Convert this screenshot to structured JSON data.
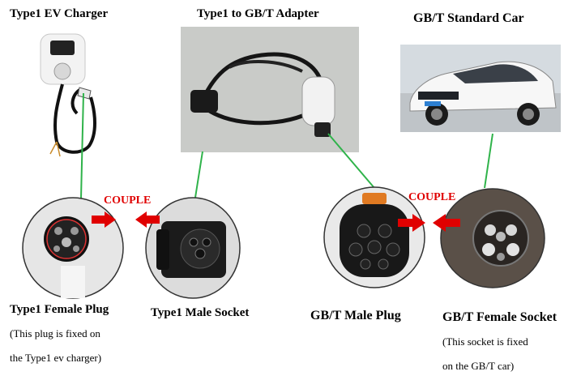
{
  "titles": {
    "charger": "Type1 EV Charger",
    "adapter": "Type1 to GB/T Adapter",
    "car": "GB/T Standard Car"
  },
  "couple": {
    "left": "COUPLE",
    "right": "COUPLE"
  },
  "labels": {
    "type1_female_plug": "Type1 Female Plug",
    "type1_female_note_line1": "(This plug is fixed on",
    "type1_female_note_line2": "the Type1 ev charger)",
    "type1_male_socket": "Type1 Male Socket",
    "gbt_male_plug": "GB/T Male Plug",
    "gbt_female_socket": "GB/T Female Socket",
    "gbt_female_note_line1": "(This socket is fixed",
    "gbt_female_note_line2": "on the GB/T car)"
  },
  "colors": {
    "connector_line": "#2fb34a",
    "arrow": "#e00000"
  },
  "icons": [
    "ev-charger-icon",
    "adapter-cable-icon",
    "car-icon",
    "type1-plug-icon",
    "type1-socket-icon",
    "gbt-plug-icon",
    "gbt-socket-icon",
    "arrow-left-icon",
    "arrow-right-icon"
  ]
}
